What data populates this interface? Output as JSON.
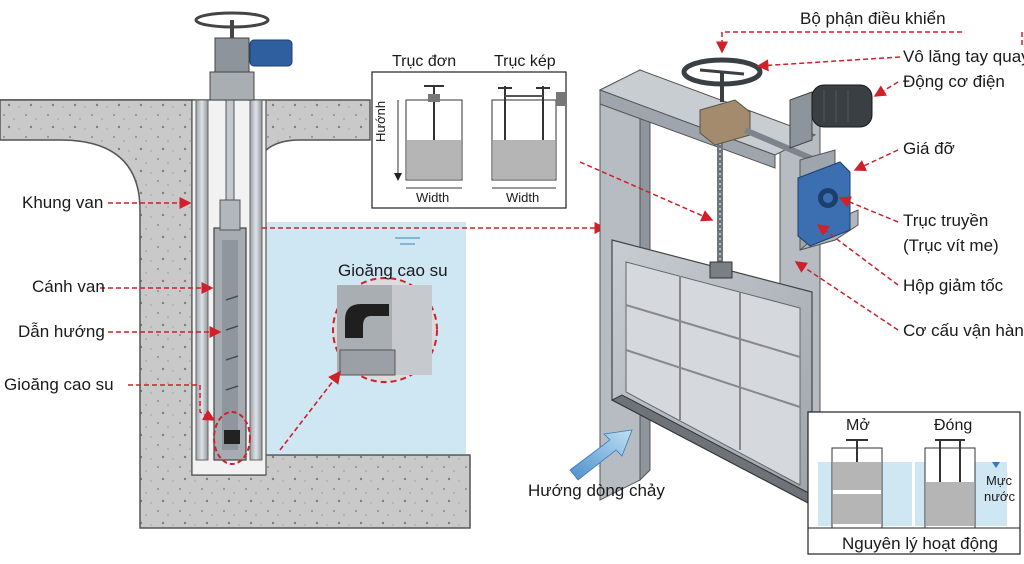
{
  "left_labels": {
    "khung_van": "Khung van",
    "canh_van": "Cánh van",
    "dan_huong": "Dẫn hướng",
    "gioang_cao_su": "Gioăng cao su"
  },
  "detail_label": "Gioăng cao su",
  "shaft_box": {
    "single": "Trục đơn",
    "double": "Trục kép",
    "height": "Hướnh",
    "width_1": "Width",
    "width_2": "Width"
  },
  "right_labels": {
    "control_unit": "Bộ phận điều khiển",
    "handwheel": "Vô lăng tay quay",
    "motor": "Động cơ điện",
    "bracket": "Giá đỡ",
    "drive_shaft_1": "Trục truyền",
    "drive_shaft_2": "(Trục vít me)",
    "gearbox": "Hộp giảm tốc",
    "mechanism": "Cơ cấu vận hành"
  },
  "flow_label": "Hướng dòng chảy",
  "operation_box": {
    "open": "Mở",
    "close": "Đóng",
    "water_level_1": "Mực",
    "water_level_2": "nước",
    "title": "Nguyên lý hoạt động"
  },
  "colors": {
    "concrete": "#c9c9c9",
    "water": "#cfe6f3",
    "steel": "#b9bfc5",
    "motor_blue": "#2f5f9e",
    "gearbox_blue": "#3b6fb2",
    "leader_red": "#d0202a",
    "flow_arrow": "#7ab8e0"
  }
}
